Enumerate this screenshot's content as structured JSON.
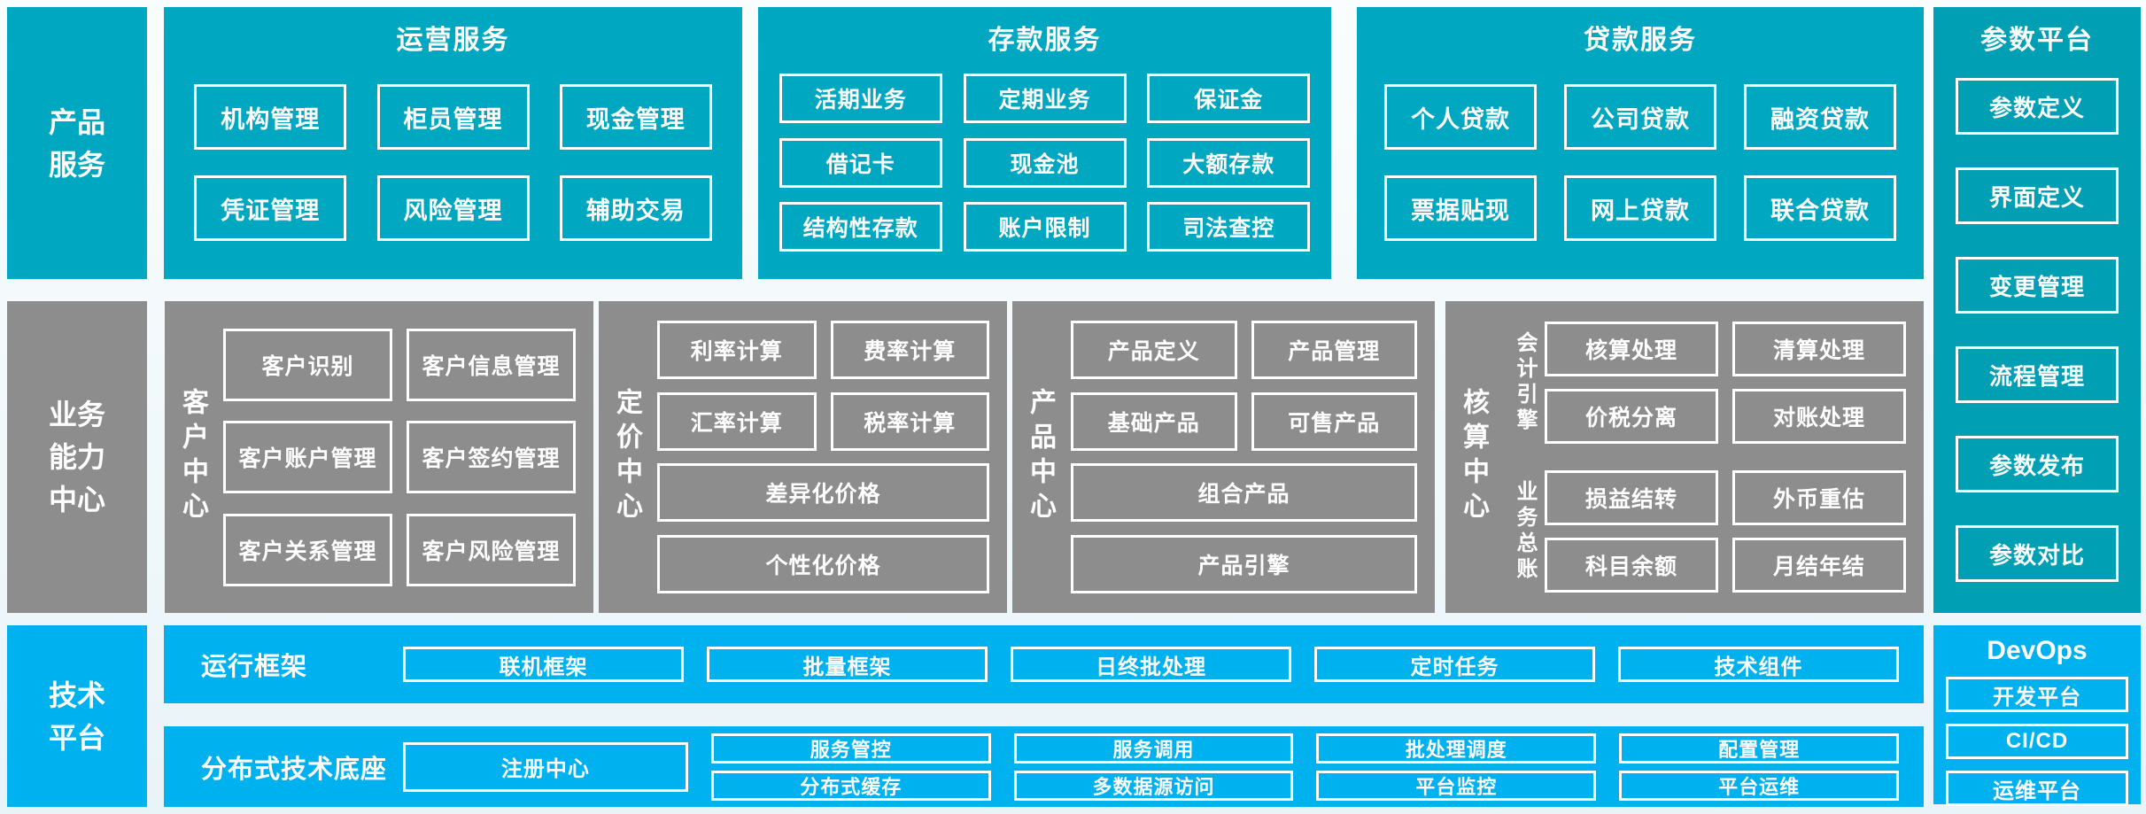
{
  "colors": {
    "teal": "#00a7c0",
    "teal_dark": "#009fb4",
    "gray": "#8d8d8d",
    "blue": "#00b1f0",
    "text": "#ffffff"
  },
  "sidebars": {
    "product": "产品\n服务",
    "business": "业务\n能力\n中心",
    "tech": "技术\n平台"
  },
  "product_row": {
    "panels": [
      {
        "title": "运营服务",
        "rows": [
          [
            "机构管理",
            "柜员管理",
            "现金管理"
          ],
          [
            "凭证管理",
            "风险管理",
            "辅助交易"
          ]
        ]
      },
      {
        "title": "存款服务",
        "rows": [
          [
            "活期业务",
            "定期业务",
            "保证金"
          ],
          [
            "借记卡",
            "现金池",
            "大额存款"
          ],
          [
            "结构性存款",
            "账户限制",
            "司法查控"
          ]
        ]
      },
      {
        "title": "贷款服务",
        "rows": [
          [
            "个人贷款",
            "公司贷款",
            "融资贷款"
          ],
          [
            "票据贴现",
            "网上贷款",
            "联合贷款"
          ]
        ]
      }
    ]
  },
  "param_platform": {
    "title": "参数平台",
    "items": [
      "参数定义",
      "界面定义",
      "变更管理",
      "流程管理",
      "参数发布",
      "参数对比"
    ]
  },
  "business_row": {
    "centers": [
      {
        "label": "客户中心",
        "rows": [
          [
            "客户识别",
            "客户信息管理"
          ],
          [
            "客户账户管理",
            "客户签约管理"
          ],
          [
            "客户关系管理",
            "客户风险管理"
          ]
        ]
      },
      {
        "label": "定价中心",
        "rows": [
          [
            "利率计算",
            "费率计算"
          ],
          [
            "汇率计算",
            "税率计算"
          ]
        ],
        "wide": [
          "差异化价格",
          "个性化价格"
        ]
      },
      {
        "label": "产品中心",
        "rows": [
          [
            "产品定义",
            "产品管理"
          ],
          [
            "基础产品",
            "可售产品"
          ]
        ],
        "wide": [
          "组合产品",
          "产品引擎"
        ]
      },
      {
        "label": "核算中心",
        "groups": [
          {
            "label": "会计引擎",
            "rows": [
              [
                "核算处理",
                "清算处理"
              ],
              [
                "价税分离",
                "对账处理"
              ]
            ]
          },
          {
            "label": "业务总账",
            "rows": [
              [
                "损益结转",
                "外币重估"
              ],
              [
                "科目余额",
                "月结年结"
              ]
            ]
          }
        ]
      }
    ]
  },
  "tech_row": {
    "bars": [
      {
        "label": "运行框架",
        "items": [
          "联机框架",
          "批量框架",
          "日终批处理",
          "定时任务",
          "技术组件"
        ]
      },
      {
        "label": "分布式技术底座",
        "big_item": "注册中心",
        "columns": [
          [
            "服务管控",
            "分布式缓存"
          ],
          [
            "服务调用",
            "多数据源访问"
          ],
          [
            "批处理调度",
            "平台监控"
          ],
          [
            "配置管理",
            "平台运维"
          ]
        ]
      }
    ],
    "devops": {
      "title": "DevOps",
      "items": [
        "开发平台",
        "CI/CD",
        "运维平台"
      ]
    }
  }
}
